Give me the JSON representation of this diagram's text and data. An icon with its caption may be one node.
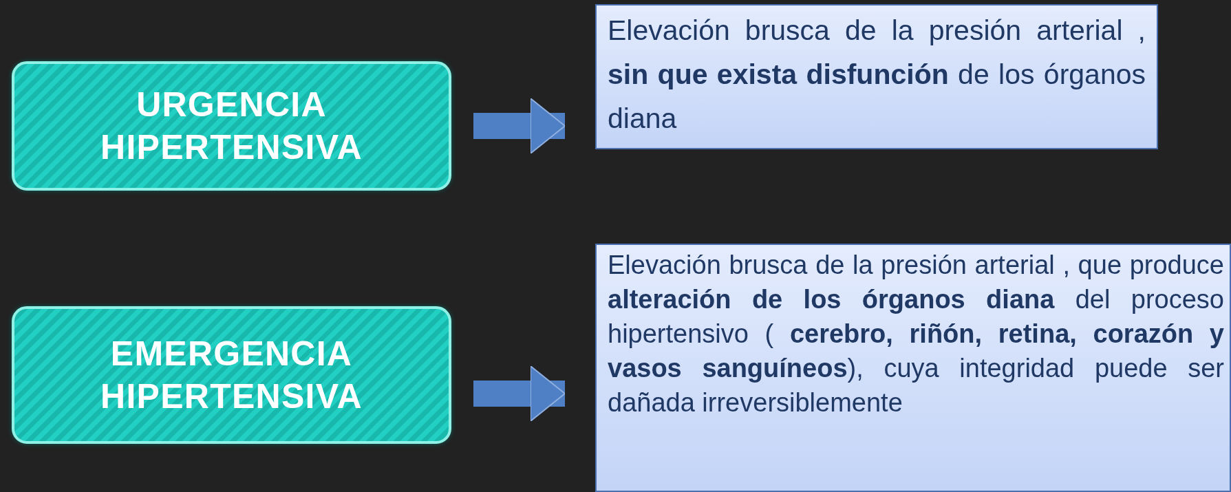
{
  "diagram": {
    "nodes": [
      {
        "text": [
          "URGENCIA HIPERTENSIVA"
        ]
      },
      {
        "text": [
          "Elevación brusca de la presión arterial , **sin que exista disfunción** de los órganos diana"
        ]
      },
      {
        "text": [
          "EMERGENCIA HIPERTENSIVA"
        ]
      },
      {
        "text": [
          "Elevación brusca de la presión arterial , que produce **alteración de los órganos diana** del proceso hipertensivo ( **cerebro, riñón, retina, corazón y vasos sanguíneos**), cuya integridad puede ser dañada irreversiblemente"
        ]
      }
    ],
    "edges": [
      {
        "from": 0,
        "to": 1,
        "arrow": "to"
      },
      {
        "from": 2,
        "to": 3,
        "arrow": "to"
      }
    ]
  }
}
